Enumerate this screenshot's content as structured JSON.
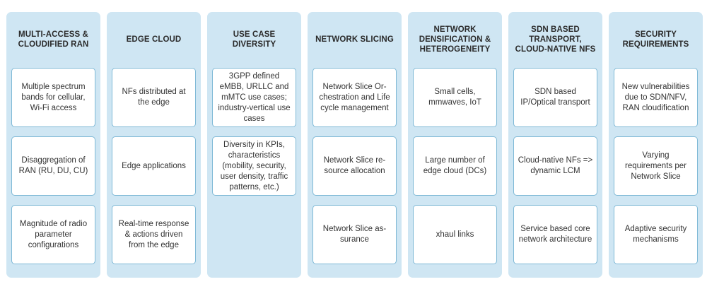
{
  "columns": [
    {
      "header": "MULTI-ACCESS & CLOUDIFIED RAN",
      "cards": [
        "Multiple spectrum bands for cellular, Wi-Fi access",
        "Disaggregation of RAN (RU, DU, CU)",
        "Magnitude of radio parameter configurations"
      ]
    },
    {
      "header": "EDGE CLOUD",
      "cards": [
        "NFs distributed at the edge",
        "Edge applications",
        "Real-time response & actions driven from the edge"
      ]
    },
    {
      "header": "USE CASE DIVERSITY",
      "cards": [
        "3GPP defined eMBB, URLLC and mMTC use cases; industry-vertical use cases",
        "Diversity in KPIs, characteristics (mobility, security, user density, traffic patterns, etc.)"
      ]
    },
    {
      "header": "NETWORK SLICING",
      "cards": [
        "Network Slice Or-chestration and Life cycle management",
        "Network Slice re-source allocation",
        "Network Slice as-surance"
      ]
    },
    {
      "header": "NETWORK DENSIFICATION & HETEROGENEITY",
      "cards": [
        "Small cells, mmwaves, IoT",
        "Large number of edge cloud (DCs)",
        "xhaul links"
      ]
    },
    {
      "header": "SDN BASED TRANSPORT, CLOUD-NATIVE NFS",
      "cards": [
        "SDN based IP/Optical transport",
        "Cloud-native NFs => dynamic LCM",
        "Service based core network architecture"
      ]
    },
    {
      "header": "SECURITY REQUIREMENTS",
      "cards": [
        "New vulnerabilities due to SDN/NFV, RAN cloudification",
        "Varying requirements per Network Slice",
        "Adaptive security mechanisms"
      ]
    }
  ]
}
